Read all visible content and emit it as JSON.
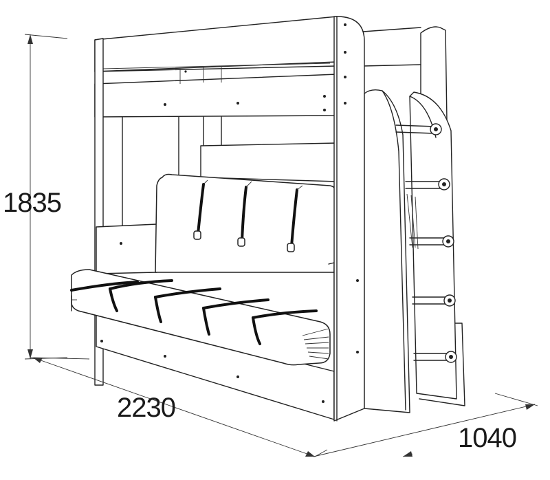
{
  "dimensions": {
    "height": "1835",
    "width": "2230",
    "depth": "1040"
  },
  "colors": {
    "line": "#222222",
    "background": "#ffffff"
  }
}
